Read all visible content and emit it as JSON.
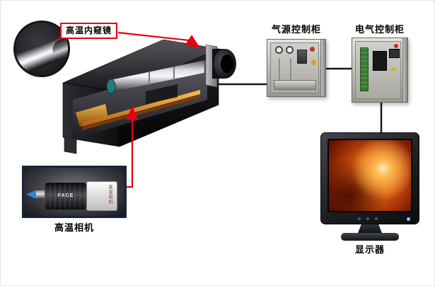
{
  "diagram": {
    "endoscope": {
      "label": "高温内窥镜"
    },
    "air_cabinet": {
      "label": "气源控制柜"
    },
    "electric_cabinet": {
      "label": "电气控制柜"
    },
    "camera": {
      "label": "高温相机",
      "body_marking": "FACE",
      "side_marking": "高温相机"
    },
    "monitor": {
      "label": "显示器"
    },
    "colors": {
      "connector_red": "#e60012",
      "connector_black": "#161616",
      "label_border_red": "#e60012",
      "camera_arrow_blue": "#2f86d6",
      "screen_fire_orange": "#e8651a"
    },
    "icons": {
      "red_arrow": "arrowhead-pointer",
      "blue_arrow": "arrowhead-left"
    }
  }
}
